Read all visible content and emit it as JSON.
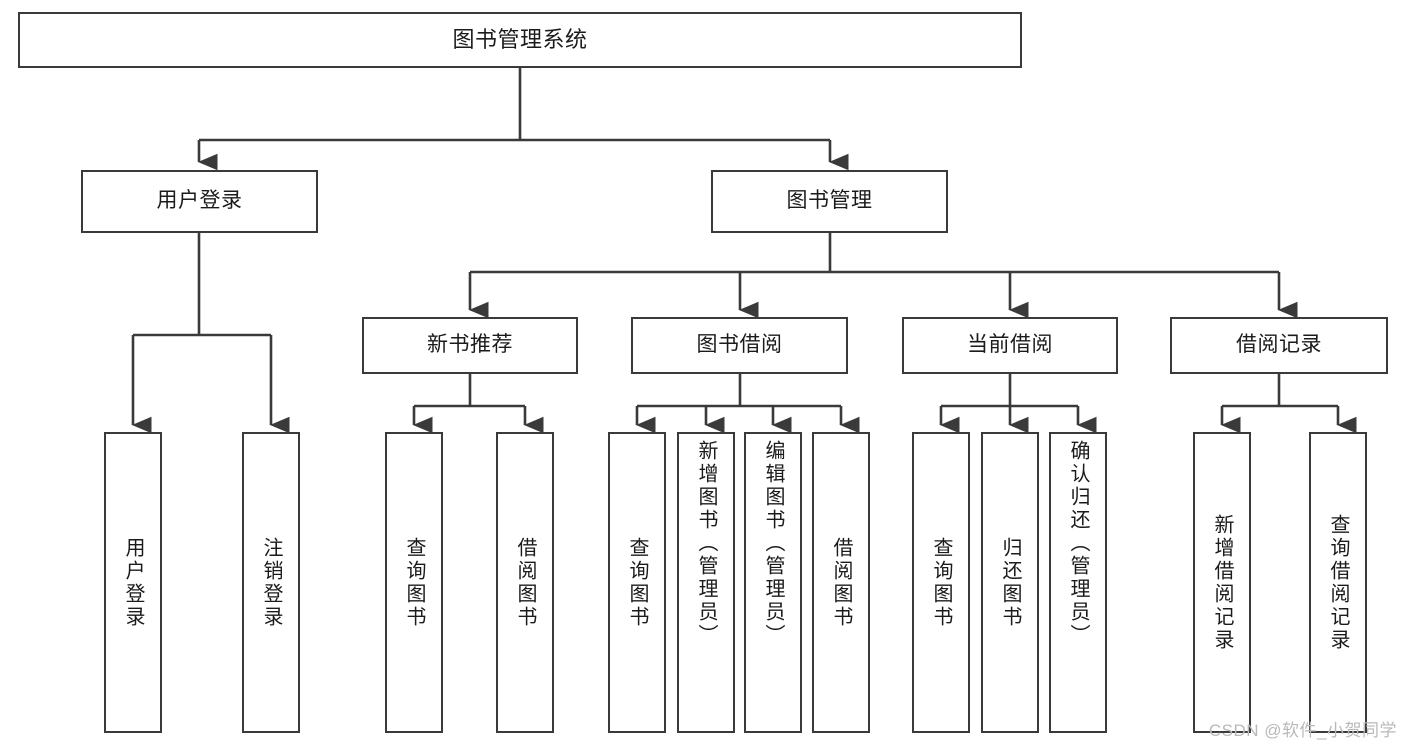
{
  "diagram": {
    "title": "图书管理系统",
    "type": "hierarchy-tree",
    "watermark": "CSDN @软件_小贺同学",
    "colors": {
      "box_border": "#3a3a3a",
      "box_fill": "#ffffff",
      "connector": "#3a3a3a",
      "text": "#1b1b1b",
      "watermark": "#b9b9b9"
    },
    "levels": {
      "root": "图书管理系统",
      "level2": [
        "用户登录",
        "图书管理"
      ],
      "level3": [
        "新书推荐",
        "图书借阅",
        "当前借阅",
        "借阅记录"
      ]
    },
    "nodes": {
      "root": {
        "label": "图书管理系统"
      },
      "user_login": {
        "label": "用户登录"
      },
      "book_manage": {
        "label": "图书管理"
      },
      "new_book_rec": {
        "label": "新书推荐"
      },
      "book_borrow": {
        "label": "图书借阅"
      },
      "current_borrow": {
        "label": "当前借阅"
      },
      "borrow_record": {
        "label": "借阅记录"
      },
      "leaf_user_login": {
        "label": "用户登录"
      },
      "leaf_logout": {
        "label": "注销登录"
      },
      "leaf_query_book_1": {
        "label": "查询图书"
      },
      "leaf_borrow_book_1": {
        "label": "借阅图书"
      },
      "leaf_query_book_2": {
        "label": "查询图书"
      },
      "leaf_add_book_admin": {
        "label": "新增图书（管理员）"
      },
      "leaf_edit_book_admin": {
        "label": "编辑图书（管理员）"
      },
      "leaf_borrow_book_2": {
        "label": "借阅图书"
      },
      "leaf_query_book_3": {
        "label": "查询图书"
      },
      "leaf_return_book": {
        "label": "归还图书"
      },
      "leaf_confirm_return_admin": {
        "label": "确认归还（管理员）"
      },
      "leaf_add_record": {
        "label": "新增借阅记录"
      },
      "leaf_query_record": {
        "label": "查询借阅记录"
      }
    }
  }
}
